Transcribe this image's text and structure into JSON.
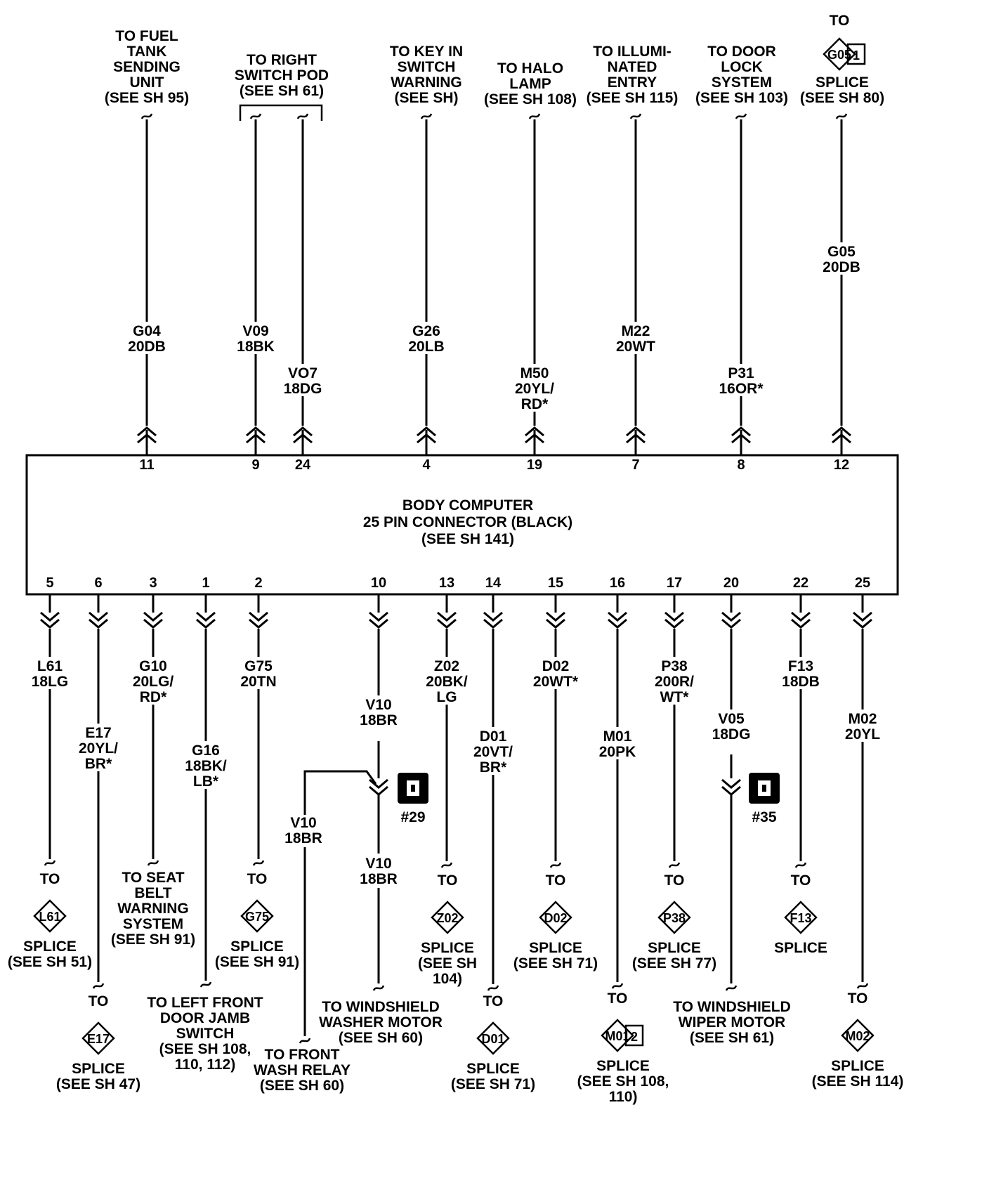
{
  "component": {
    "lines": [
      "BODY COMPUTER",
      "25 PIN CONNECTOR (BLACK)",
      "(SEE SH 141)"
    ]
  },
  "top_wires": [
    {
      "pin": "11",
      "code": "G04",
      "spec": [
        "20DB"
      ],
      "dest": [
        "TO FUEL",
        "TANK",
        "SENDING",
        "UNIT",
        "(SEE SH  95)"
      ]
    },
    {
      "pin": "9",
      "code": "V09",
      "spec": [
        "18BK"
      ],
      "dest": []
    },
    {
      "pin": "24",
      "code": "VO7",
      "spec": [
        "18DG"
      ],
      "dest": []
    },
    {
      "pin": "4",
      "code": "G26",
      "spec": [
        "20LB"
      ],
      "dest": [
        "TO KEY IN",
        "SWITCH",
        "WARNING",
        "(SEE SH)"
      ]
    },
    {
      "pin": "19",
      "code": "M50",
      "spec": [
        "20YL/",
        "RD*"
      ],
      "dest": [
        "TO HALO",
        "LAMP",
        "(SEE SH 108)"
      ]
    },
    {
      "pin": "7",
      "code": "M22",
      "spec": [
        "20WT"
      ],
      "dest": [
        "TO ILLUMI-",
        "NATED",
        "ENTRY",
        "(SEE SH 115)"
      ]
    },
    {
      "pin": "8",
      "code": "P31",
      "spec": [
        "16OR*"
      ],
      "dest": [
        "TO DOOR",
        "LOCK",
        "SYSTEM",
        "(SEE SH 103)"
      ]
    },
    {
      "pin": "12",
      "code": "G05",
      "spec": [
        "20DB"
      ],
      "dest": [
        "TO"
      ],
      "splice": {
        "id": "G05",
        "num": "1",
        "lines": [
          "SPLICE",
          "(SEE SH 80)"
        ]
      }
    }
  ],
  "right_switch_pod": [
    "TO RIGHT",
    "SWITCH POD",
    "(SEE SH 61)"
  ],
  "bottom_wires": [
    {
      "pin": "5",
      "code": "L61",
      "spec": [
        "18LG"
      ],
      "to": "TO",
      "splice": {
        "id": "L61",
        "lines": [
          "SPLICE",
          "(SEE SH 51)"
        ]
      }
    },
    {
      "pin": "6",
      "code": "E17",
      "spec": [
        "20YL/",
        "BR*"
      ],
      "to": "TO",
      "splice": {
        "id": "E17",
        "lines": [
          "SPLICE",
          "(SEE SH 47)"
        ]
      }
    },
    {
      "pin": "3",
      "code": "G10",
      "spec": [
        "20LG/",
        "RD*"
      ],
      "dest": [
        "TO SEAT",
        "BELT",
        "WARNING",
        "SYSTEM",
        "(SEE SH 91)"
      ]
    },
    {
      "pin": "1",
      "code": "G16",
      "spec": [
        "18BK/",
        "LB*"
      ],
      "dest": [
        "TO LEFT FRONT",
        "DOOR JAMB",
        "SWITCH",
        "(SEE SH 108,",
        "110, 112)"
      ]
    },
    {
      "pin": "2",
      "code": "G75",
      "spec": [
        "20TN"
      ],
      "to": "TO",
      "splice": {
        "id": "G75",
        "lines": [
          "SPLICE",
          "(SEE SH 91)"
        ]
      }
    },
    {
      "pin": "10",
      "code": "V10",
      "spec": [
        "18BR"
      ],
      "dest": [
        "TO WINDSHIELD",
        "WASHER MOTOR",
        "(SEE SH 60)"
      ]
    },
    {
      "pin": "13",
      "code": "Z02",
      "spec": [
        "20BK/",
        "LG"
      ],
      "to": "TO",
      "splice": {
        "id": "Z02",
        "lines": [
          "SPLICE",
          "(SEE SH",
          "104)"
        ]
      }
    },
    {
      "pin": "14",
      "code": "D01",
      "spec": [
        "20VT/",
        "BR*"
      ],
      "to": "TO",
      "splice": {
        "id": "D01",
        "lines": [
          "SPLICE",
          "(SEE SH 71)"
        ]
      }
    },
    {
      "pin": "15",
      "code": "D02",
      "spec": [
        "20WT*"
      ],
      "to": "TO",
      "splice": {
        "id": "D02",
        "lines": [
          "SPLICE",
          "(SEE SH 71)"
        ]
      }
    },
    {
      "pin": "16",
      "code": "M01",
      "spec": [
        "20PK"
      ],
      "to": "TO",
      "splice": {
        "id": "M01",
        "num": "2",
        "lines": [
          "SPLICE",
          "(SEE SH 108,",
          "110)"
        ]
      }
    },
    {
      "pin": "17",
      "code": "P38",
      "spec": [
        "200R/",
        "WT*"
      ],
      "to": "TO",
      "splice": {
        "id": "P38",
        "lines": [
          "SPLICE",
          "(SEE SH 77)"
        ]
      }
    },
    {
      "pin": "20",
      "code": "V05",
      "spec": [
        "18DG"
      ],
      "dest": [
        "TO WINDSHIELD",
        "WIPER MOTOR",
        "(SEE SH 61)"
      ]
    },
    {
      "pin": "22",
      "code": "F13",
      "spec": [
        "18DB"
      ],
      "to": "TO",
      "splice": {
        "id": "F13",
        "lines": [
          "SPLICE"
        ]
      }
    },
    {
      "pin": "25",
      "code": "M02",
      "spec": [
        "20YL"
      ],
      "to": "TO",
      "splice": {
        "id": "M02",
        "lines": [
          "SPLICE",
          "(SEE SH 114)"
        ]
      }
    }
  ],
  "connectors": [
    {
      "id": "#29"
    },
    {
      "id": "#35"
    }
  ],
  "v10_branch": {
    "upper": [
      "V10",
      "18BR"
    ],
    "lower": [
      "V10",
      "18BR"
    ],
    "side": [
      "V10",
      "18BR"
    ],
    "dest": [
      "TO FRONT",
      "WASH RELAY",
      "(SEE SH 60)"
    ]
  }
}
